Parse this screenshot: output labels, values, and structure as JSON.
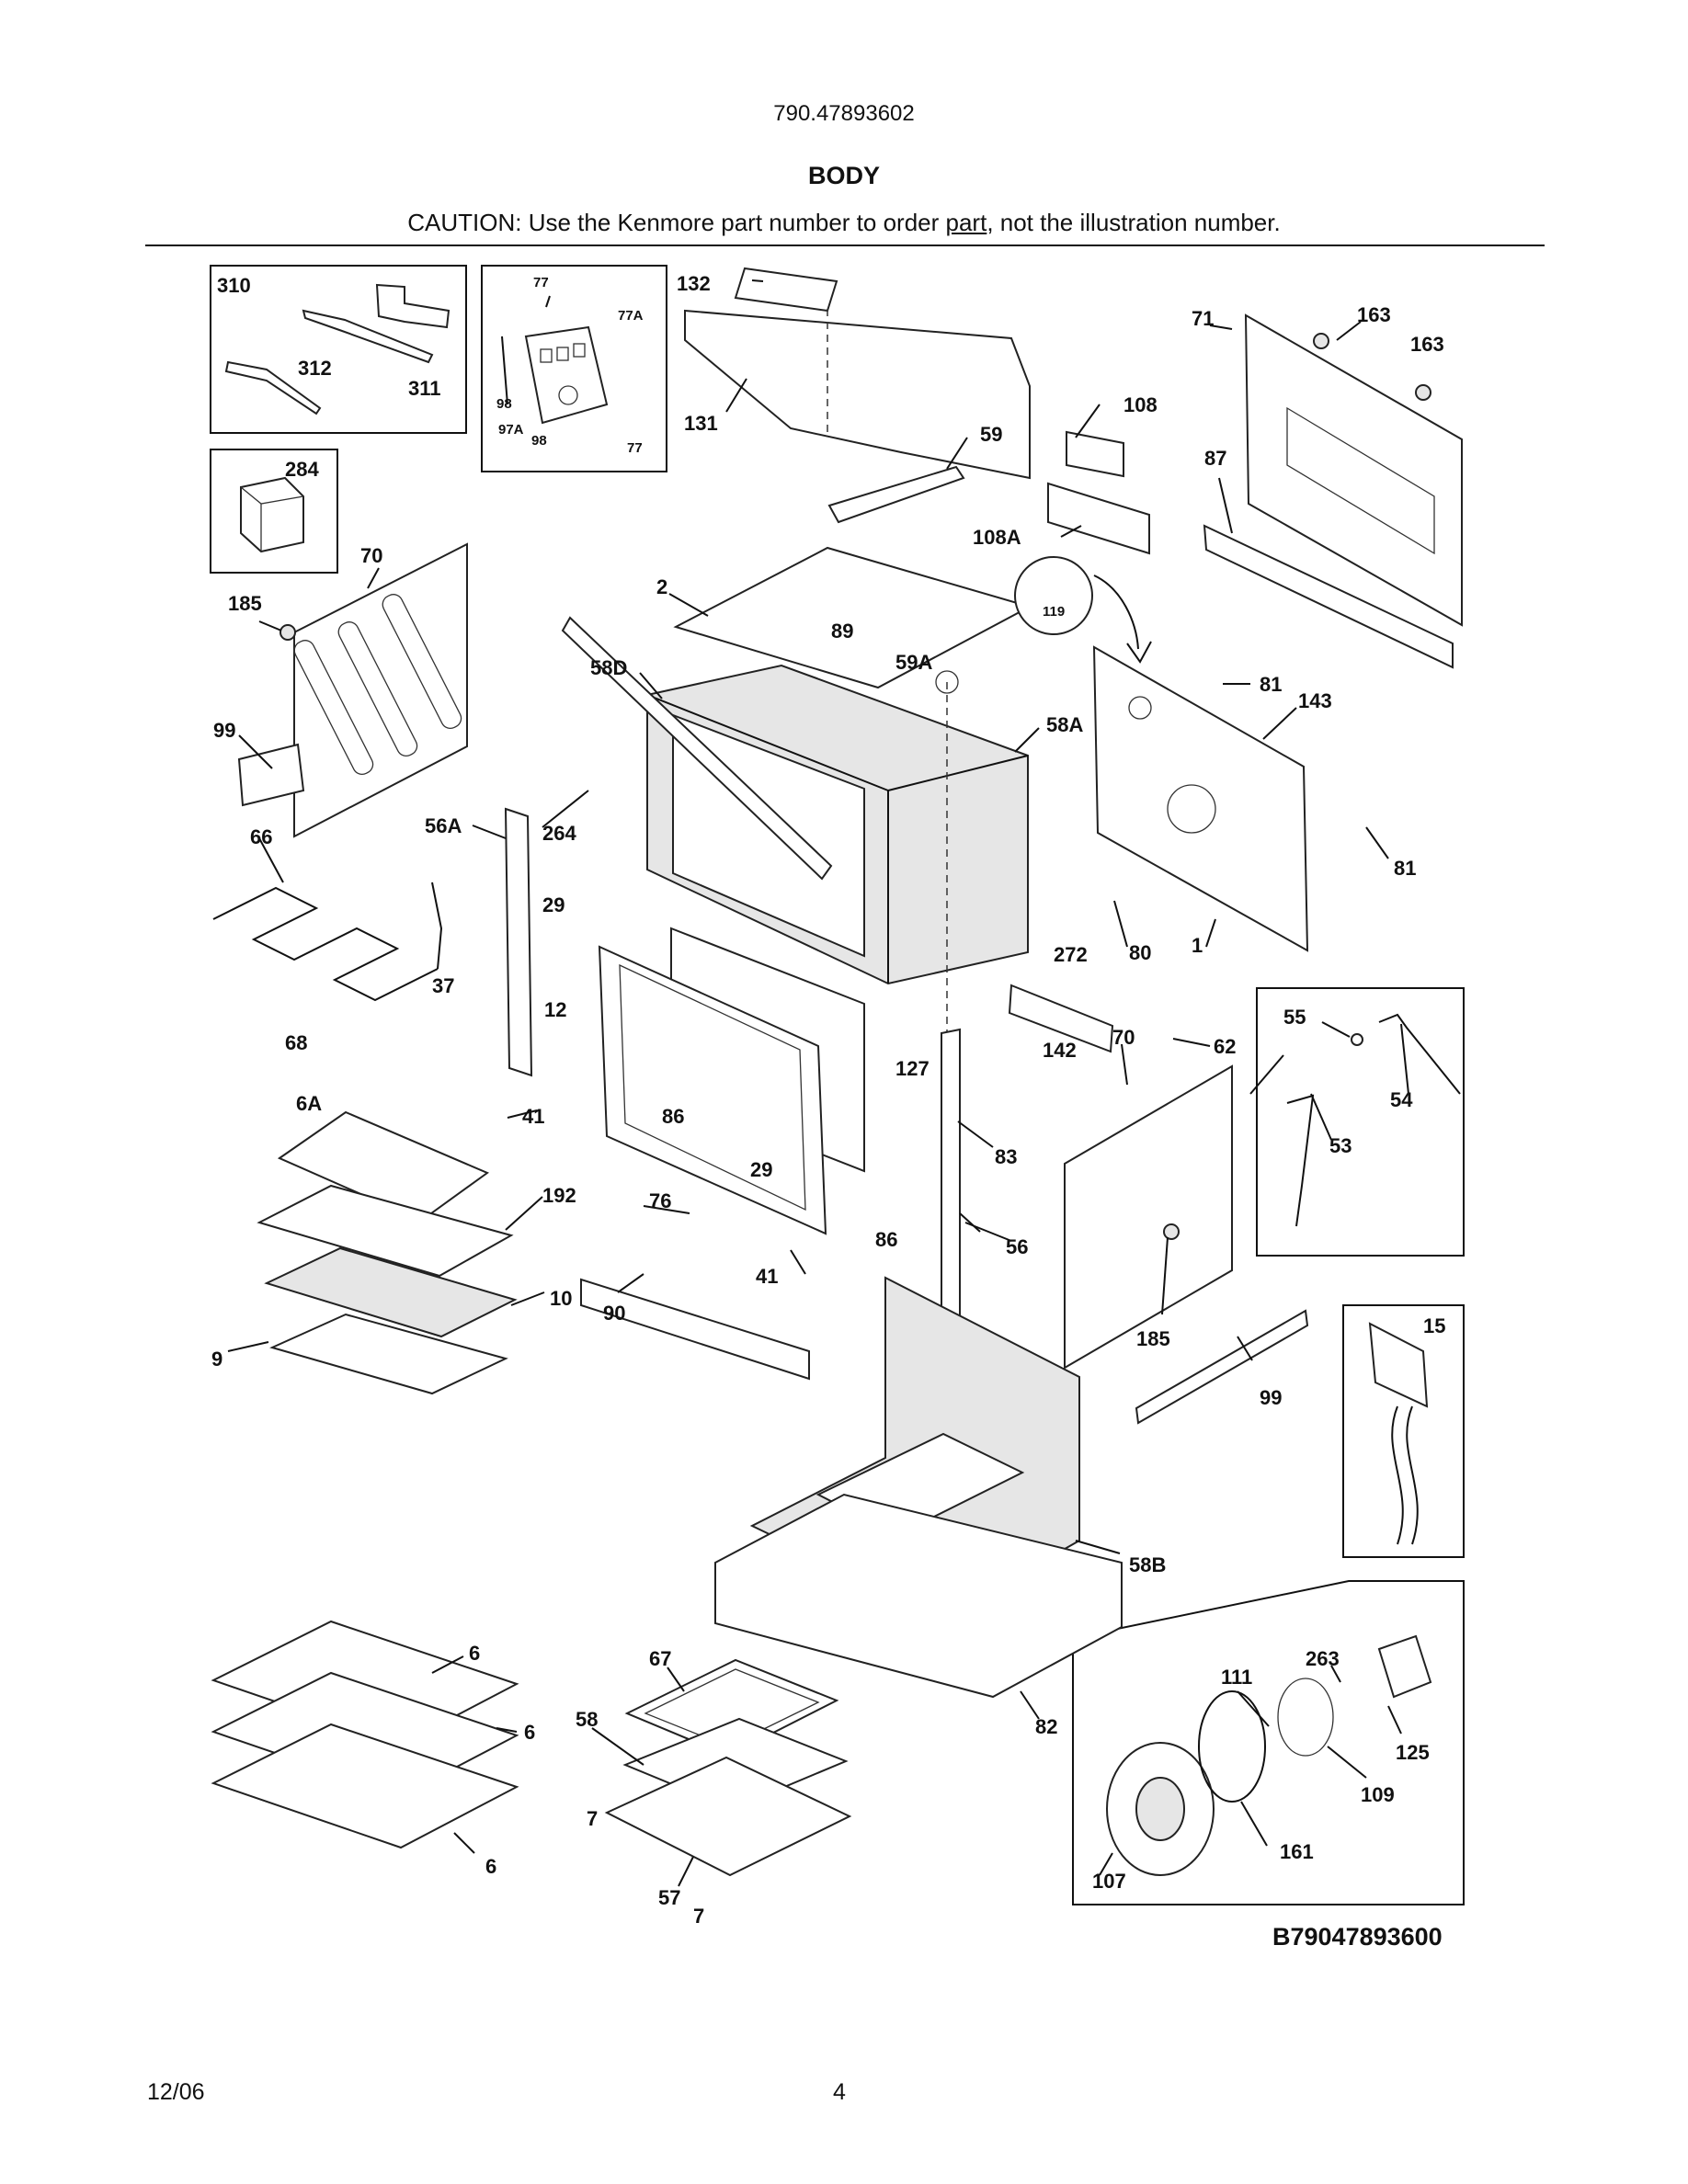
{
  "header": {
    "model": "790.47893602",
    "title": "BODY",
    "caution_pre": "CAUTION: Use the Kenmore part number to order ",
    "caution_link": "part",
    "caution_post": ", not the illustration number."
  },
  "diagram": {
    "code": "B79047893600",
    "labels": [
      "310",
      "312",
      "311",
      "77",
      "77A",
      "98",
      "97A",
      "98",
      "77",
      "132",
      "131",
      "59",
      "108",
      "108A",
      "163",
      "163",
      "71",
      "87",
      "284",
      "70",
      "185",
      "99",
      "2",
      "89",
      "58D",
      "59A",
      "58A",
      "119",
      "81",
      "143",
      "81",
      "66",
      "56A",
      "264",
      "29",
      "12",
      "68",
      "37",
      "1",
      "80",
      "272",
      "55",
      "54",
      "53",
      "62",
      "127",
      "142",
      "70",
      "6A",
      "41",
      "86",
      "29",
      "83",
      "192",
      "76",
      "86",
      "41",
      "56",
      "10",
      "90",
      "9",
      "185",
      "99",
      "15",
      "58B",
      "6",
      "6",
      "6",
      "67",
      "58",
      "7",
      "57",
      "7",
      "82",
      "263",
      "111",
      "125",
      "109",
      "161",
      "107"
    ]
  },
  "footer": {
    "date": "12/06",
    "page": "4"
  }
}
